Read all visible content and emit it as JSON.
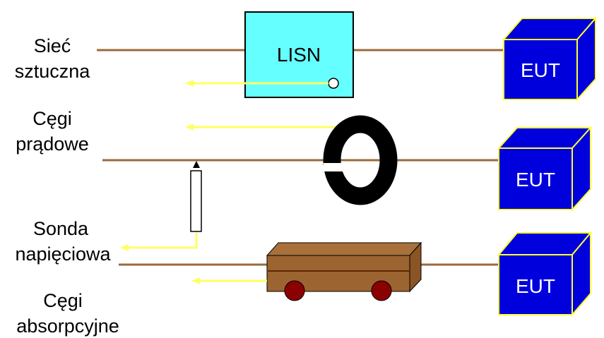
{
  "colors": {
    "cable": "#9b6a3c",
    "signal": "#ffff66",
    "eut_fill": "#0000dd",
    "eut_edge": "#ffff33",
    "lisn_fill": "#66ffff",
    "clamp": "#000000",
    "absorbing_body": "#9c6430",
    "wheel": "#8b0000"
  },
  "labels": {
    "siec_line1": "Sieć",
    "siec_line2": "sztuczna",
    "cegi_pradowe_line1": "Cęgi",
    "cegi_pradowe_line2": "prądowe",
    "sonda_line1": "Sonda",
    "sonda_line2": "napięciowa",
    "cegi_abs_line1": "Cęgi",
    "cegi_abs_line2": "absorpcyjne"
  },
  "lisn": {
    "label": "LISN"
  },
  "eut": {
    "label1": "EUT",
    "label2": "EUT",
    "label3": "EUT"
  },
  "icons": {
    "lisn": "lisn-box",
    "current_clamp": "current-clamp-ring",
    "voltage_probe": "voltage-probe",
    "absorbing_clamp": "absorbing-clamp-cart",
    "eut": "eut-cube"
  }
}
